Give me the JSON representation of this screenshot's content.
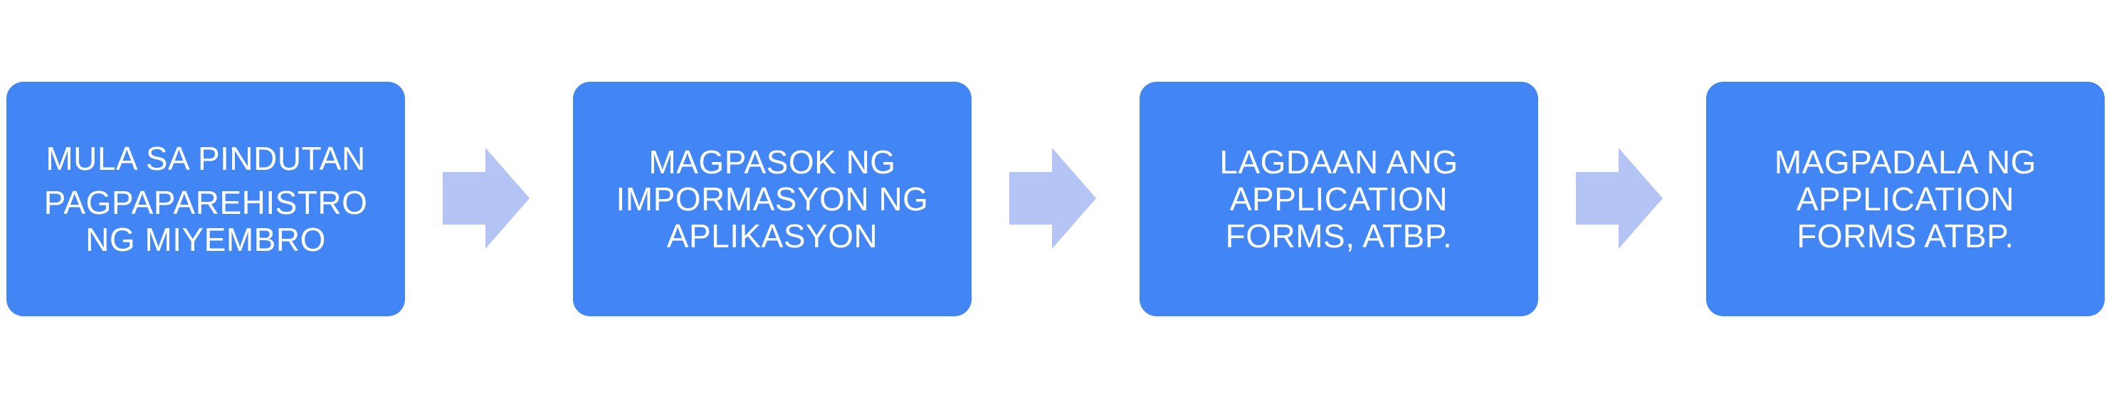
{
  "colors": {
    "box": "#4285f4",
    "box_text": "#ffffff",
    "arrow": "#b4c4f4",
    "background": "#ffffff"
  },
  "steps": [
    {
      "lines": [
        "MULA SA PINDUTAN",
        "PAGPAPAREHISTRO",
        "NG MIYEMBRO"
      ]
    },
    {
      "lines": [
        "MAGPASOK NG",
        "IMPORMASYON NG",
        "APLIKASYON"
      ]
    },
    {
      "lines": [
        "LAGDAAN ANG",
        "APPLICATION",
        "FORMS, ATBP."
      ]
    },
    {
      "lines": [
        "MAGPADALA NG",
        "APPLICATION",
        "FORMS ATBP."
      ]
    }
  ],
  "connectors": [
    {
      "icon": "right-arrow-icon"
    },
    {
      "icon": "right-arrow-icon"
    },
    {
      "icon": "right-arrow-icon"
    }
  ]
}
